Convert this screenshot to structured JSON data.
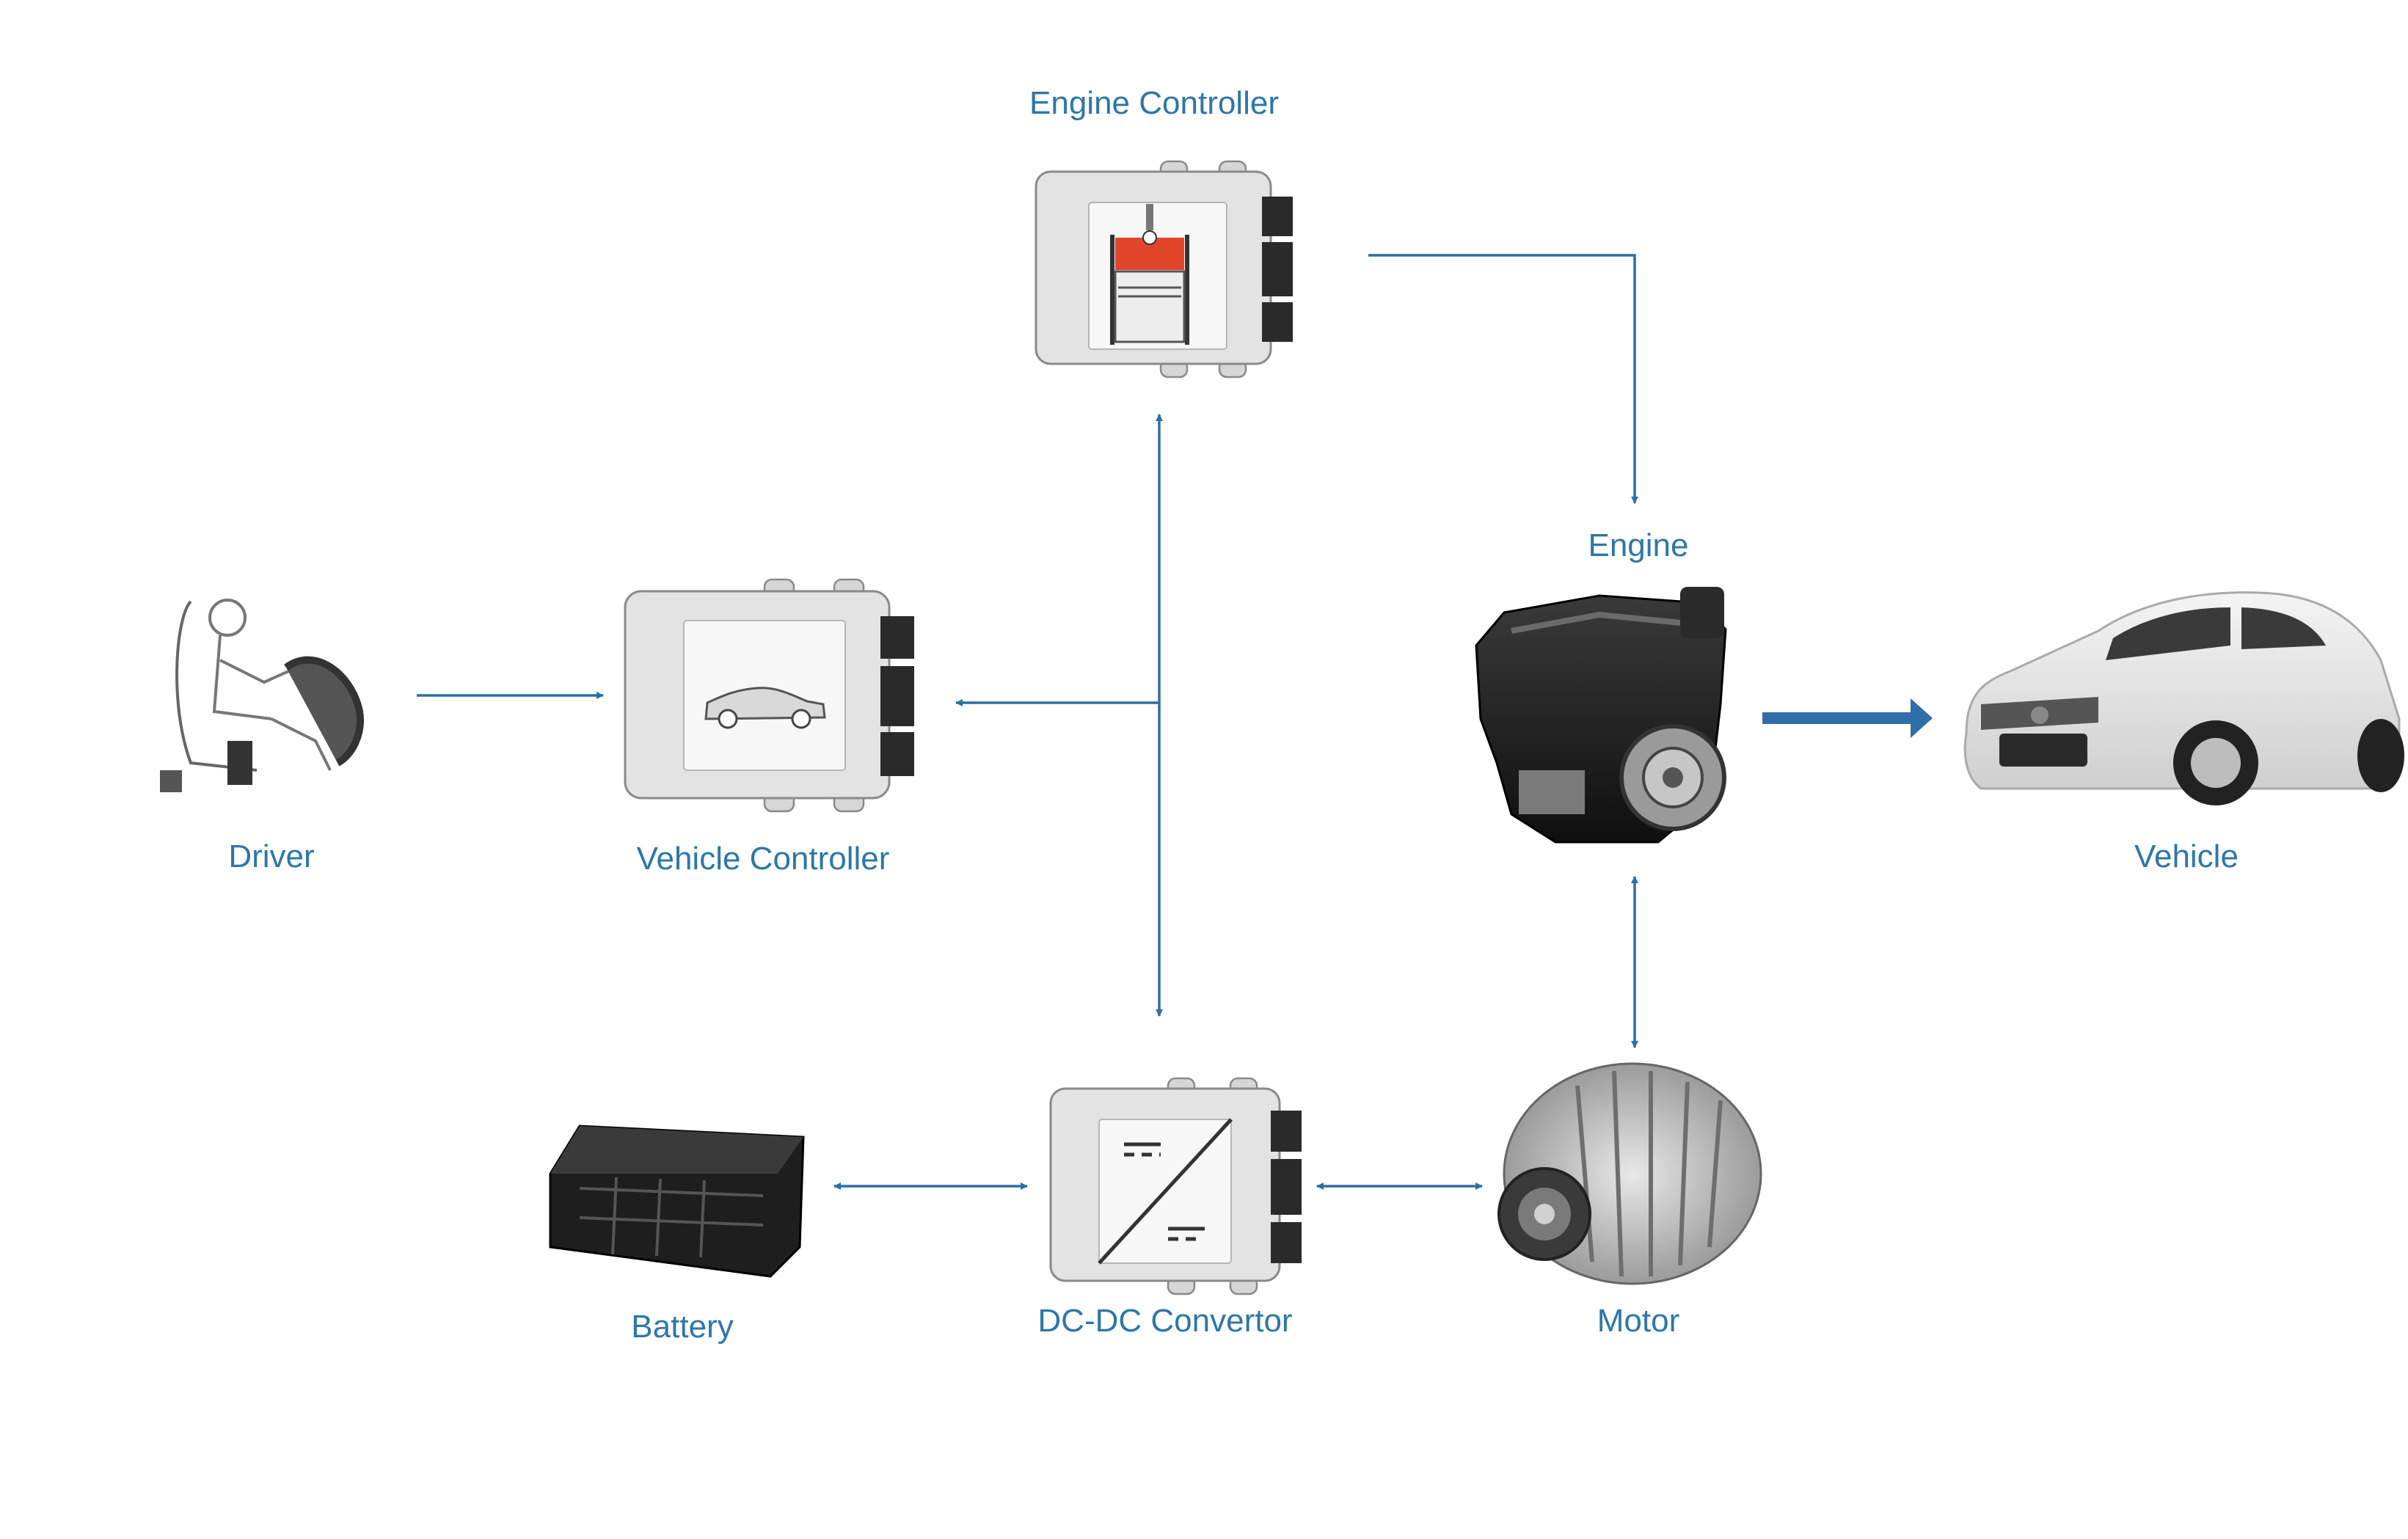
{
  "nodes": {
    "driver": {
      "label": "Driver",
      "icon": "driver-seated-icon"
    },
    "vehicle_controller": {
      "label": "Vehicle Controller",
      "icon": "car-silhouette-icon"
    },
    "engine_controller": {
      "label": "Engine Controller",
      "icon": "piston-icon"
    },
    "engine": {
      "label": "Engine",
      "icon": "engine-icon"
    },
    "vehicle": {
      "label": "Vehicle",
      "icon": "hatchback-car-icon"
    },
    "motor": {
      "label": "Motor",
      "icon": "alternator-motor-icon"
    },
    "dcdc": {
      "label": "DC-DC Convertor",
      "icon": "dc-dc-converter-icon"
    },
    "battery": {
      "label": "Battery",
      "icon": "battery-pack-icon"
    }
  },
  "edges": [
    {
      "from": "driver",
      "to": "vehicle_controller",
      "direction": "one-way"
    },
    {
      "from": "engine_controller",
      "to": "engine",
      "direction": "one-way"
    },
    {
      "from": "junction",
      "to": "engine_controller",
      "direction": "one-way"
    },
    {
      "from": "junction",
      "to": "vehicle_controller",
      "direction": "one-way"
    },
    {
      "from": "junction",
      "to": "dcdc",
      "direction": "one-way"
    },
    {
      "from": "engine",
      "to": "motor",
      "direction": "two-way"
    },
    {
      "from": "dcdc",
      "to": "motor",
      "direction": "two-way"
    },
    {
      "from": "battery",
      "to": "dcdc",
      "direction": "two-way"
    },
    {
      "from": "engine",
      "to": "vehicle",
      "direction": "one-way"
    }
  ],
  "colors": {
    "label": "#2e77a8",
    "connector": "#2e6fa3",
    "thick_arrow": "#2f6ea8",
    "ecu_body": "#e3e3e3",
    "ecu_pins": "#2a2a2a",
    "piston_hot": "#e2452a"
  }
}
